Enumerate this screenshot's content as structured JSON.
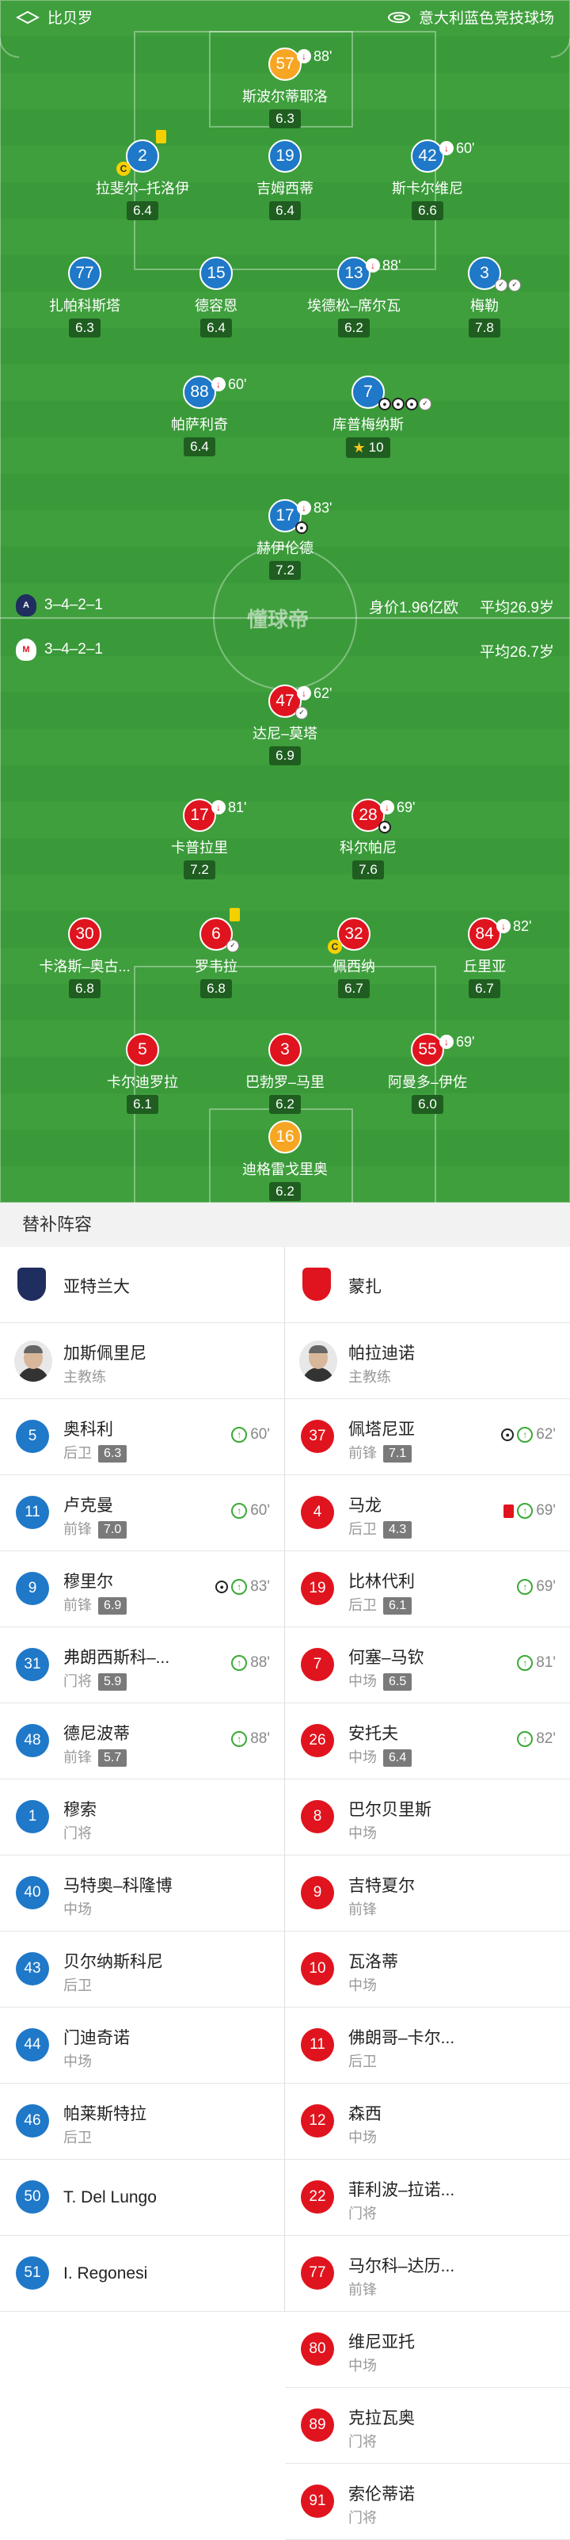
{
  "pitch": {
    "home_team": "比贝罗",
    "stadium": "意大利蓝色竞技球场",
    "home_formation": "3–4–2–1",
    "away_formation": "3–4–2–1",
    "value_text": "身价1.96亿欧",
    "home_avg_age": "平均26.9岁",
    "away_avg_age": "平均26.7岁",
    "watermark": "懂球帝",
    "colors": {
      "home": "#1f78c8",
      "away": "#e0141e",
      "gk": "#f6a623",
      "pitch": "#3a9a39"
    },
    "players": [
      {
        "id": "p1",
        "side": "home gk",
        "num": "57",
        "name": "斯波尔蒂耶洛",
        "rating": "6.3",
        "sub": "88'"
      },
      {
        "id": "p2",
        "side": "home",
        "num": "2",
        "name": "拉斐尔–托洛伊",
        "rating": "6.4",
        "yellow": true,
        "captain": true
      },
      {
        "id": "p3",
        "side": "home",
        "num": "19",
        "name": "吉姆西蒂",
        "rating": "6.4"
      },
      {
        "id": "p4",
        "side": "home",
        "num": "42",
        "name": "斯卡尔维尼",
        "rating": "6.6",
        "sub": "60'"
      },
      {
        "id": "p5",
        "side": "home",
        "num": "77",
        "name": "扎帕科斯塔",
        "rating": "6.3"
      },
      {
        "id": "p6",
        "side": "home",
        "num": "15",
        "name": "德容恩",
        "rating": "6.4"
      },
      {
        "id": "p7",
        "side": "home",
        "num": "13",
        "name": "埃德松–席尔瓦",
        "rating": "6.2",
        "sub": "88'"
      },
      {
        "id": "p8",
        "side": "home",
        "num": "3",
        "name": "梅勒",
        "rating": "7.8",
        "assists": 2
      },
      {
        "id": "p9",
        "side": "home",
        "num": "88",
        "name": "帕萨利奇",
        "rating": "6.4",
        "sub": "60'"
      },
      {
        "id": "p10",
        "side": "home",
        "num": "7",
        "name": "库普梅纳斯",
        "rating": "10",
        "goals": 3,
        "assists": 1,
        "potm": true
      },
      {
        "id": "p11",
        "side": "home",
        "num": "17",
        "name": "赫伊伦德",
        "rating": "7.2",
        "sub": "83'",
        "goals": 1
      },
      {
        "id": "p12",
        "side": "away",
        "num": "47",
        "name": "达尼–莫塔",
        "rating": "6.9",
        "sub": "62'",
        "assists": 1
      },
      {
        "id": "p13",
        "side": "away",
        "num": "17",
        "name": "卡普拉里",
        "rating": "7.2",
        "sub": "81'"
      },
      {
        "id": "p14",
        "side": "away",
        "num": "28",
        "name": "科尔帕尼",
        "rating": "7.6",
        "sub": "69'",
        "goals": 1
      },
      {
        "id": "p15",
        "side": "away",
        "num": "30",
        "name": "卡洛斯–奥古...",
        "rating": "6.8"
      },
      {
        "id": "p16",
        "side": "away",
        "num": "6",
        "name": "罗韦拉",
        "rating": "6.8",
        "yellow": true,
        "assists": 1
      },
      {
        "id": "p17",
        "side": "away",
        "num": "32",
        "name": "佩西纳",
        "rating": "6.7",
        "captain": true
      },
      {
        "id": "p18",
        "side": "away",
        "num": "84",
        "name": "丘里亚",
        "rating": "6.7",
        "sub": "82'"
      },
      {
        "id": "p19",
        "side": "away",
        "num": "5",
        "name": "卡尔迪罗拉",
        "rating": "6.1"
      },
      {
        "id": "p20",
        "side": "away",
        "num": "3",
        "name": "巴勃罗–马里",
        "rating": "6.2"
      },
      {
        "id": "p21",
        "side": "away",
        "num": "55",
        "name": "阿曼多–伊佐",
        "rating": "6.0",
        "sub": "69'"
      },
      {
        "id": "p22",
        "side": "away gk",
        "num": "16",
        "name": "迪格雷戈里奥",
        "rating": "6.2"
      }
    ]
  },
  "subs": {
    "header": "替补阵容",
    "home": {
      "team": "亚特兰大",
      "coach": {
        "name": "加斯佩里尼",
        "role": "主教练"
      },
      "players": [
        {
          "num": "5",
          "name": "奥科利",
          "pos": "后卫",
          "rating": "6.3",
          "sub": "60'"
        },
        {
          "num": "11",
          "name": "卢克曼",
          "pos": "前锋",
          "rating": "7.0",
          "sub": "60'"
        },
        {
          "num": "9",
          "name": "穆里尔",
          "pos": "前锋",
          "rating": "6.9",
          "sub": "83'",
          "goal": true
        },
        {
          "num": "31",
          "name": "弗朗西斯科–...",
          "pos": "门将",
          "rating": "5.9",
          "sub": "88'"
        },
        {
          "num": "48",
          "name": "德尼波蒂",
          "pos": "前锋",
          "rating": "5.7",
          "sub": "88'"
        },
        {
          "num": "1",
          "name": "穆索",
          "pos": "门将"
        },
        {
          "num": "40",
          "name": "马特奥–科隆博",
          "pos": "中场"
        },
        {
          "num": "43",
          "name": "贝尔纳斯科尼",
          "pos": "后卫"
        },
        {
          "num": "44",
          "name": "门迪奇诺",
          "pos": "中场"
        },
        {
          "num": "46",
          "name": "帕莱斯特拉",
          "pos": "后卫"
        },
        {
          "num": "50",
          "name": "T. Del Lungo",
          "pos": ""
        },
        {
          "num": "51",
          "name": "I. Regonesi",
          "pos": ""
        }
      ]
    },
    "away": {
      "team": "蒙扎",
      "coach": {
        "name": "帕拉迪诺",
        "role": "主教练"
      },
      "players": [
        {
          "num": "37",
          "name": "佩塔尼亚",
          "pos": "前锋",
          "rating": "7.1",
          "sub": "62'",
          "goal": true
        },
        {
          "num": "4",
          "name": "马龙",
          "pos": "后卫",
          "rating": "4.3",
          "sub": "69'",
          "red": true
        },
        {
          "num": "19",
          "name": "比林代利",
          "pos": "后卫",
          "rating": "6.1",
          "sub": "69'"
        },
        {
          "num": "7",
          "name": "何塞–马钦",
          "pos": "中场",
          "rating": "6.5",
          "sub": "81'"
        },
        {
          "num": "26",
          "name": "安托夫",
          "pos": "中场",
          "rating": "6.4",
          "sub": "82'"
        },
        {
          "num": "8",
          "name": "巴尔贝里斯",
          "pos": "中场"
        },
        {
          "num": "9",
          "name": "吉特夏尔",
          "pos": "前锋"
        },
        {
          "num": "10",
          "name": "瓦洛蒂",
          "pos": "中场"
        },
        {
          "num": "11",
          "name": "佛朗哥–卡尔...",
          "pos": "后卫"
        },
        {
          "num": "12",
          "name": "森西",
          "pos": "中场"
        },
        {
          "num": "22",
          "name": "菲利波–拉诺...",
          "pos": "门将"
        },
        {
          "num": "77",
          "name": "马尔科–达历...",
          "pos": "前锋"
        },
        {
          "num": "80",
          "name": "维尼亚托",
          "pos": "中场"
        },
        {
          "num": "89",
          "name": "克拉瓦奥",
          "pos": "门将"
        },
        {
          "num": "91",
          "name": "索伦蒂诺",
          "pos": "门将"
        }
      ]
    }
  }
}
